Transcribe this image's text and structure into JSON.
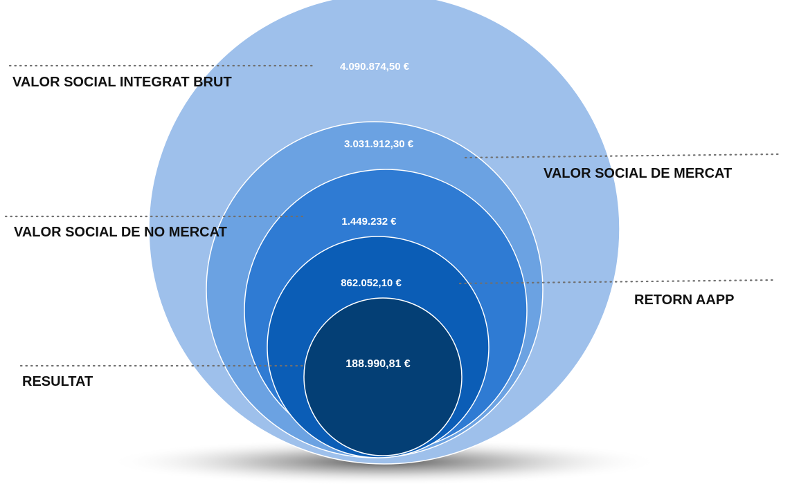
{
  "rings": [
    {
      "id": "valor-social-integrat-brut",
      "label": "VALOR SOCIAL INTEGRAT BRUT",
      "value": "4.090.874,50 €",
      "color": "#9ec0eb"
    },
    {
      "id": "valor-social-de-mercat",
      "label": "VALOR SOCIAL DE MERCAT",
      "value": "3.031.912,30 €",
      "color": "#6ba2e2"
    },
    {
      "id": "valor-social-de-no-mercat",
      "label": "VALOR SOCIAL DE NO MERCAT",
      "value": "1.449.232 €",
      "color": "#2f7bd3"
    },
    {
      "id": "retorn-aapp",
      "label": "RETORN AAPP",
      "value": "862.052,10 €",
      "color": "#0b5db6"
    },
    {
      "id": "resultat",
      "label": "RESULTAT",
      "value": "188.990,81 €",
      "color": "#043f75"
    }
  ],
  "colors": {
    "outline": "#ffffff",
    "label_text": "#111111",
    "leader_line": "#707070",
    "shadow": "#555555"
  }
}
